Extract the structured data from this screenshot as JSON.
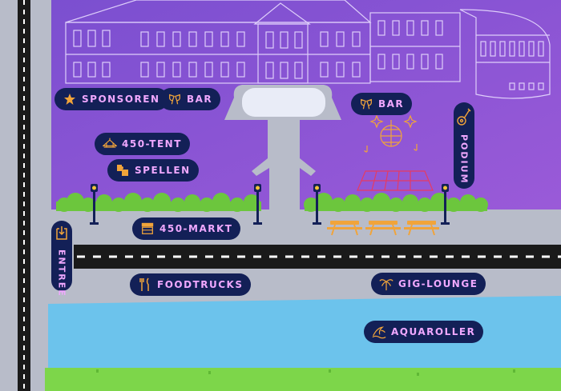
{
  "map": {
    "colors": {
      "grounds": "#8a56d6",
      "road": "#1a1a1a",
      "sidewalk": "#b8bcc9",
      "water": "#6cc3ec",
      "grass": "#7dd64a",
      "pill_bg": "#132057",
      "pill_text": "#f0a8ff",
      "icon": "#f1a43a"
    },
    "locations": [
      {
        "id": "sponsoren",
        "label": "SPONSOREN",
        "icon": "star-icon"
      },
      {
        "id": "bar-left",
        "label": "BAR",
        "icon": "glasses-icon"
      },
      {
        "id": "bar-right",
        "label": "BAR",
        "icon": "glasses-icon"
      },
      {
        "id": "tent",
        "label": "450-TENT",
        "icon": "tent-icon"
      },
      {
        "id": "spellen",
        "label": "SPELLEN",
        "icon": "puzzle-icon"
      },
      {
        "id": "markt",
        "label": "450-MARKT",
        "icon": "market-stall-icon"
      },
      {
        "id": "foodtrucks",
        "label": "FOODTRUCKS",
        "icon": "cutlery-icon"
      },
      {
        "id": "gig-lounge",
        "label": "GIG-LOUNGE",
        "icon": "palm-tree-icon"
      },
      {
        "id": "aquaroller",
        "label": "AQUAROLLER",
        "icon": "wave-icon"
      }
    ],
    "vertical_locations": [
      {
        "id": "podium",
        "label": "PODIUM",
        "icon": "guitar-icon"
      },
      {
        "id": "entree",
        "label": "ENTREE",
        "icon": "entry-icon"
      }
    ]
  }
}
